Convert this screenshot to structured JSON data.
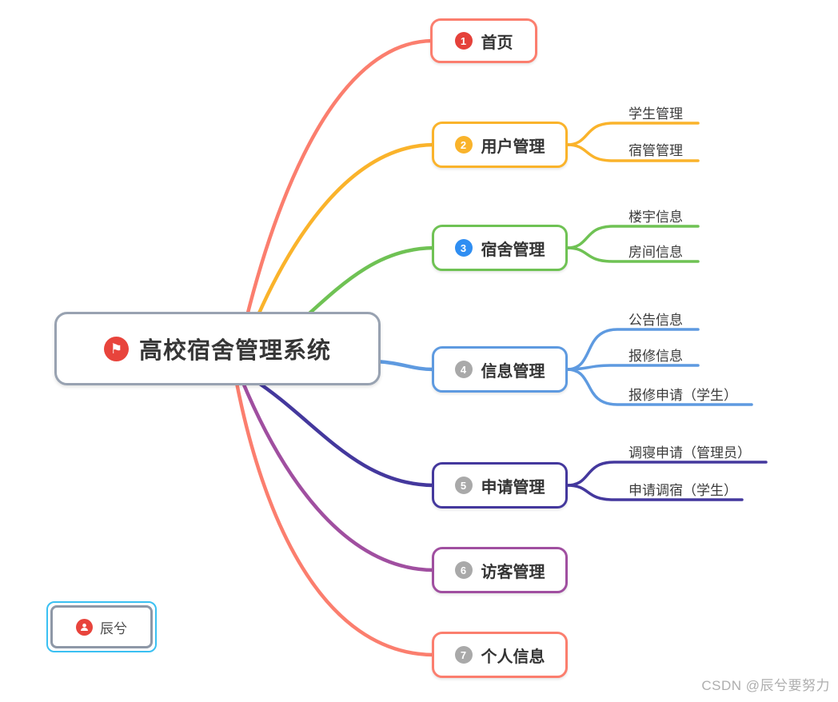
{
  "root": {
    "label": "高校宿舍管理系统",
    "icon": "flag-icon",
    "border_color": "#98a2b1",
    "icon_color": "#e8443c"
  },
  "branches": [
    {
      "num": "1",
      "label": "首页",
      "color": "#fb7e6e",
      "badge_color": "#e5413a",
      "children": []
    },
    {
      "num": "2",
      "label": "用户管理",
      "color": "#fab32b",
      "badge_color": "#f9b32b",
      "children": [
        {
          "label": "学生管理"
        },
        {
          "label": "宿管管理"
        }
      ]
    },
    {
      "num": "3",
      "label": "宿舍管理",
      "color": "#6fc254",
      "badge_color": "#2f8ef2",
      "children": [
        {
          "label": "楼宇信息"
        },
        {
          "label": "房间信息"
        }
      ]
    },
    {
      "num": "4",
      "label": "信息管理",
      "color": "#5e9ae0",
      "badge_color": "#a9a9a9",
      "children": [
        {
          "label": "公告信息"
        },
        {
          "label": "报修信息"
        },
        {
          "label": "报修申请（学生）"
        }
      ]
    },
    {
      "num": "5",
      "label": "申请管理",
      "color": "#44389d",
      "badge_color": "#a9a9a9",
      "children": [
        {
          "label": "调寝申请（管理员）"
        },
        {
          "label": "申请调宿（学生）"
        }
      ]
    },
    {
      "num": "6",
      "label": "访客管理",
      "color": "#a04fa0",
      "badge_color": "#a9a9a9",
      "children": []
    },
    {
      "num": "7",
      "label": "个人信息",
      "color": "#fb7e6e",
      "badge_color": "#a9a9a9",
      "children": []
    }
  ],
  "floating_topic": {
    "label": "辰兮",
    "icon": "user-icon",
    "icon_color": "#e8443c",
    "selection_color": "#3ac0f2"
  },
  "watermark": "CSDN @辰兮要努力"
}
